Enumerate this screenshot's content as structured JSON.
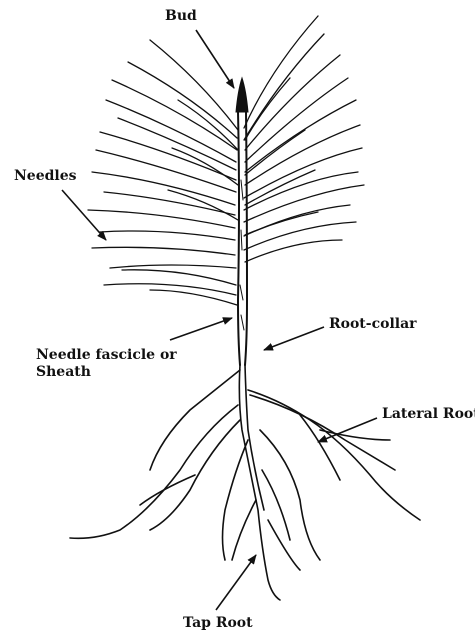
{
  "labels": {
    "bud": "Bud",
    "needles": "Needles",
    "fascicle_line1": "Needle fascicle or",
    "fascicle_line2": "Sheath",
    "root_collar": "Root-collar",
    "lateral_root": "Lateral Root",
    "tap_root": "Tap Root"
  },
  "colors": {
    "ink": "#111111",
    "background": "#ffffff"
  }
}
